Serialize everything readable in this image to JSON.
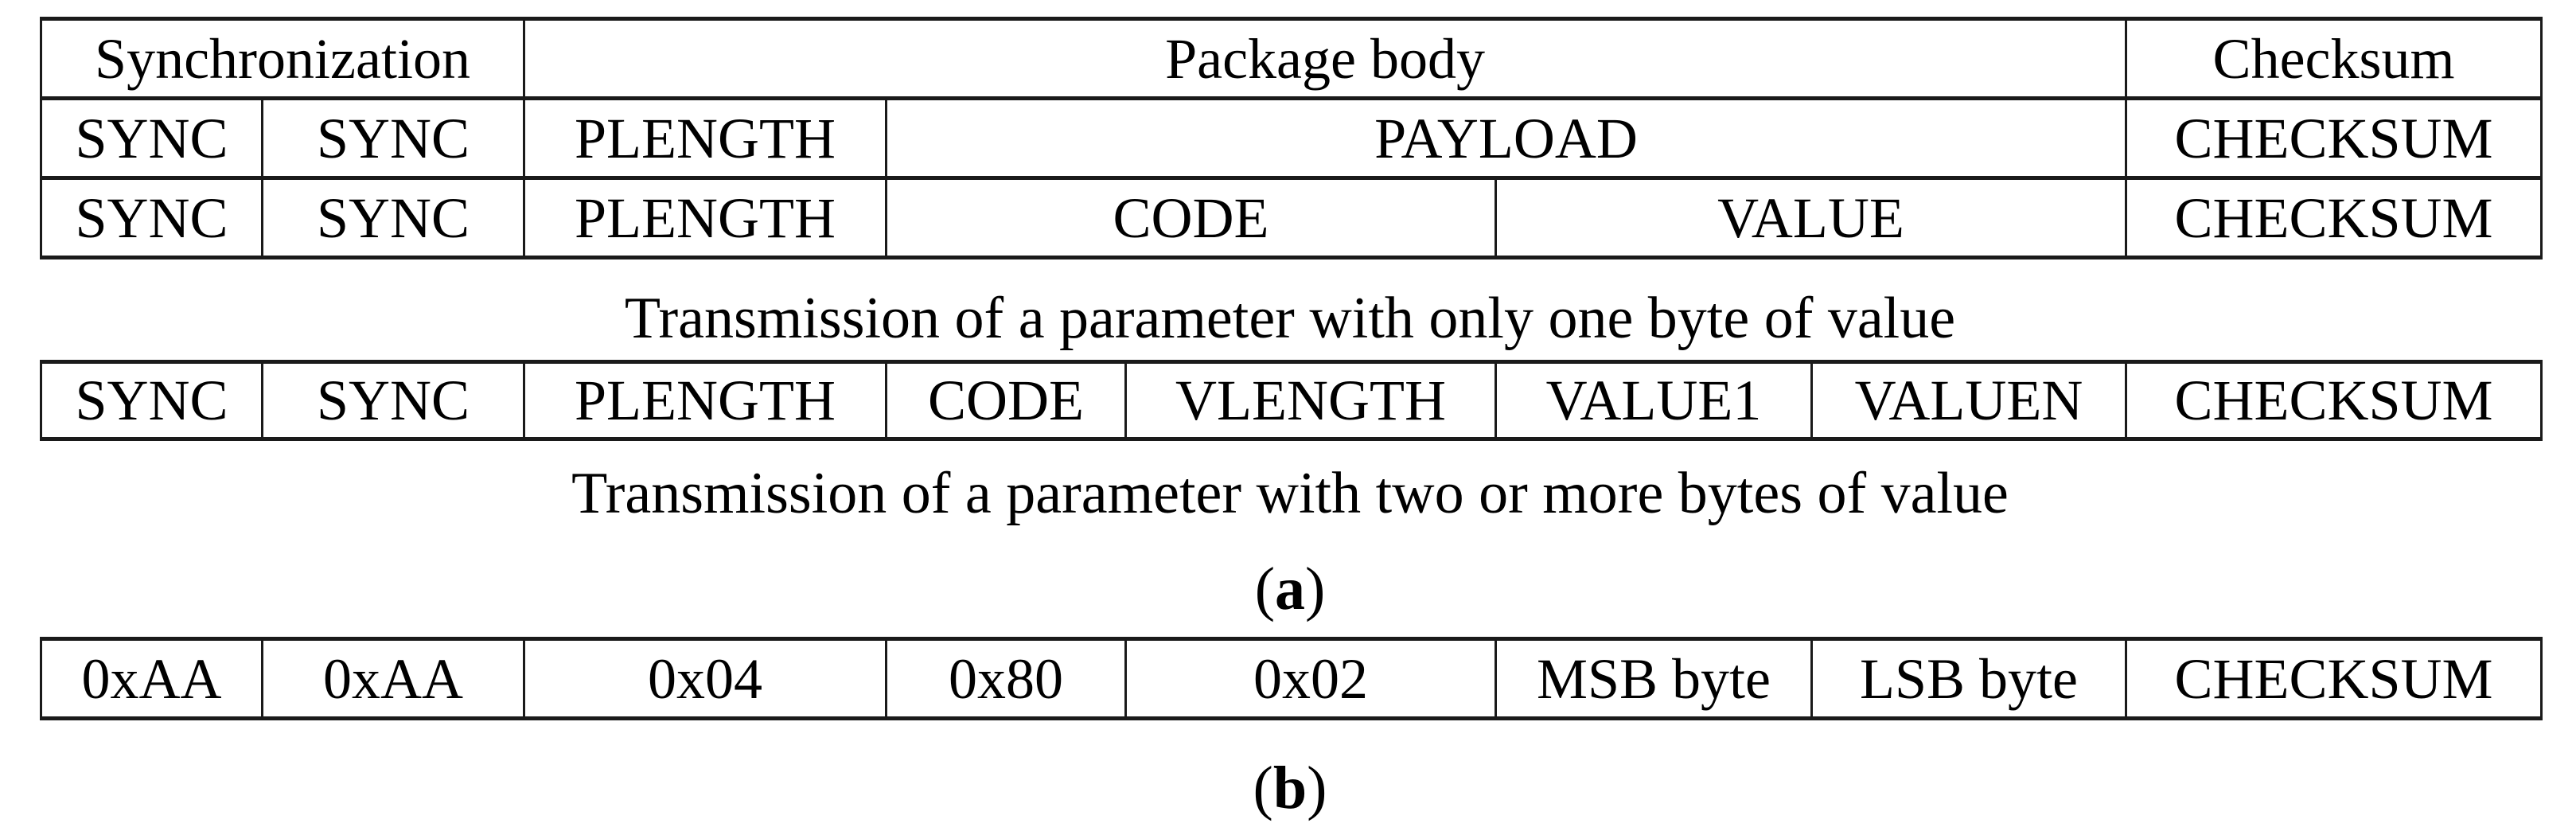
{
  "panel_a": {
    "structure_table": {
      "header_row": [
        "Synchronization",
        "Package body",
        "Checksum"
      ],
      "payload_row": [
        "SYNC",
        "SYNC",
        "PLENGTH",
        "PAYLOAD",
        "CHECKSUM"
      ],
      "code_value_row": [
        "SYNC",
        "SYNC",
        "PLENGTH",
        "CODE",
        "VALUE",
        "CHECKSUM"
      ]
    },
    "caption_single_byte": "Transmission of a parameter with only one byte of value",
    "multibyte_row": [
      "SYNC",
      "SYNC",
      "PLENGTH",
      "CODE",
      "VLENGTH",
      "VALUE1",
      "VALUEN",
      "CHECKSUM"
    ],
    "caption_multi_byte": "Transmission of a parameter with two or more bytes of value",
    "label": {
      "open": "(",
      "letter": "a",
      "close": ")"
    }
  },
  "panel_b": {
    "example_row": [
      "0xAA",
      "0xAA",
      "0x04",
      "0x80",
      "0x02",
      "MSB byte",
      "LSB byte",
      "CHECKSUM"
    ],
    "label": {
      "open": "(",
      "letter": "b",
      "close": ")"
    }
  },
  "colors": {
    "background": "#ffffff",
    "text": "#000000",
    "border": "#1a1a1a"
  }
}
